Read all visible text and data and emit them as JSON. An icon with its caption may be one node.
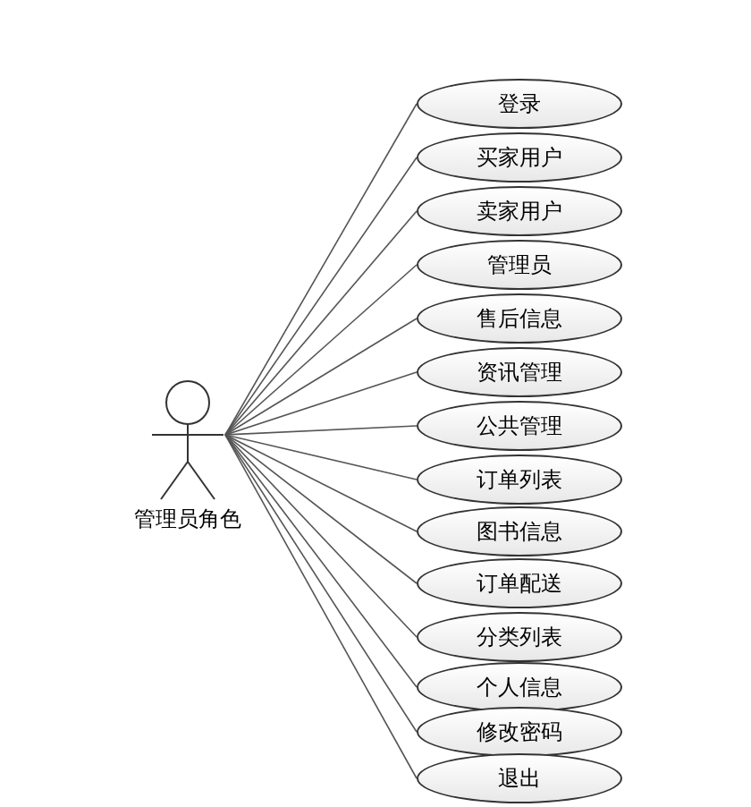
{
  "diagram": {
    "nodes": [
      {
        "text": [
          "管理员角色"
        ]
      },
      {
        "text": [
          "登录"
        ]
      },
      {
        "text": [
          "买家用户"
        ]
      },
      {
        "text": [
          "卖家用户"
        ]
      },
      {
        "text": [
          "管理员"
        ]
      },
      {
        "text": [
          "售后信息"
        ]
      },
      {
        "text": [
          "资讯管理"
        ]
      },
      {
        "text": [
          "公共管理"
        ]
      },
      {
        "text": [
          "订单列表"
        ]
      },
      {
        "text": [
          "图书信息"
        ]
      },
      {
        "text": [
          "订单配送"
        ]
      },
      {
        "text": [
          "分类列表"
        ]
      },
      {
        "text": [
          "个人信息"
        ]
      },
      {
        "text": [
          "修改密码"
        ]
      },
      {
        "text": [
          "退出"
        ]
      }
    ],
    "edges": [
      {
        "from": 0,
        "to": 1,
        "arrow": "none"
      },
      {
        "from": 0,
        "to": 2,
        "arrow": "none"
      },
      {
        "from": 0,
        "to": 3,
        "arrow": "none"
      },
      {
        "from": 0,
        "to": 4,
        "arrow": "none"
      },
      {
        "from": 0,
        "to": 5,
        "arrow": "none"
      },
      {
        "from": 0,
        "to": 6,
        "arrow": "none"
      },
      {
        "from": 0,
        "to": 7,
        "arrow": "none"
      },
      {
        "from": 0,
        "to": 8,
        "arrow": "none"
      },
      {
        "from": 0,
        "to": 9,
        "arrow": "none"
      },
      {
        "from": 0,
        "to": 10,
        "arrow": "none"
      },
      {
        "from": 0,
        "to": 11,
        "arrow": "none"
      },
      {
        "from": 0,
        "to": 12,
        "arrow": "none"
      },
      {
        "from": 0,
        "to": 13,
        "arrow": "none"
      },
      {
        "from": 0,
        "to": 14,
        "arrow": "none"
      }
    ]
  }
}
